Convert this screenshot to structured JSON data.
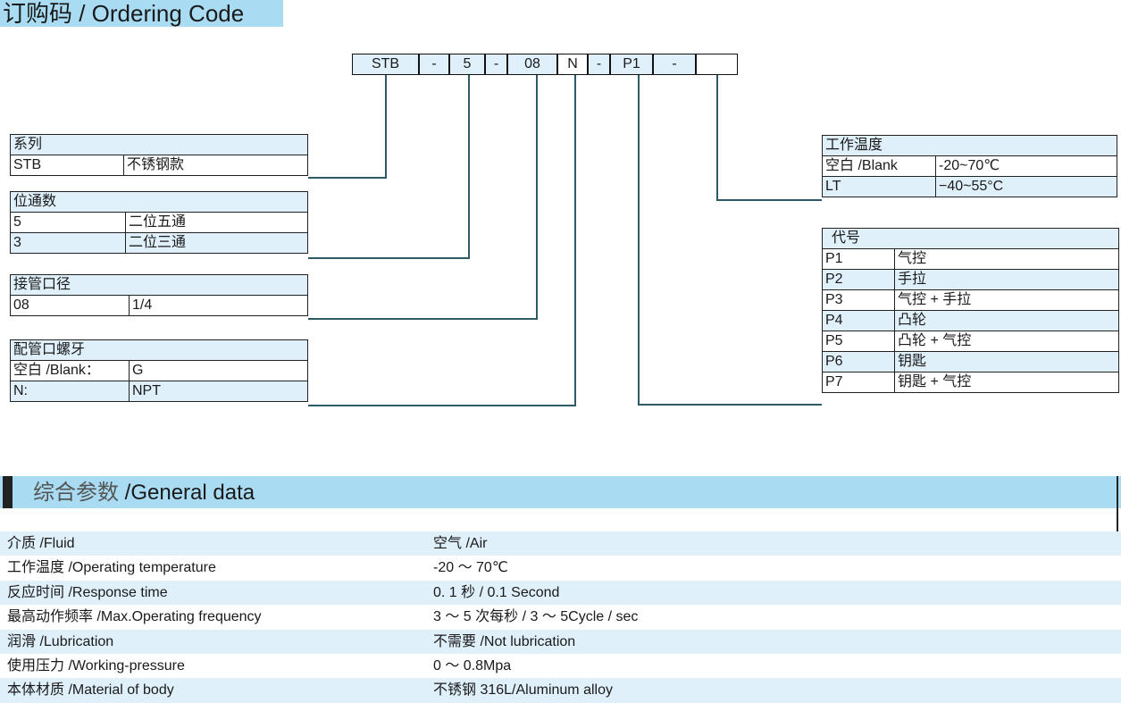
{
  "title": "订购码 / Ordering Code",
  "code": [
    "STB",
    "-",
    "5",
    "-",
    "08",
    "N",
    "-",
    "P1",
    "-",
    ""
  ],
  "series": {
    "header": "系列",
    "rows": [
      [
        "STB",
        "不锈钢款"
      ]
    ]
  },
  "positions": {
    "header": "位通数",
    "rows": [
      [
        "5",
        "二位五通"
      ],
      [
        "3",
        "二位三通"
      ]
    ]
  },
  "port_size": {
    "header": "接管口径",
    "rows": [
      [
        "08",
        "1/4"
      ]
    ]
  },
  "thread": {
    "header": "配管口螺牙",
    "rows": [
      [
        "空白 /Blank：",
        "G"
      ],
      [
        "N:",
        "NPT"
      ]
    ]
  },
  "temperature": {
    "header": "工作温度",
    "rows": [
      [
        "空白 /Blank",
        "-20~70℃"
      ],
      [
        "LT",
        "−40~55°C"
      ]
    ]
  },
  "actuator": {
    "header": "代号",
    "rows": [
      [
        "P1",
        "气控"
      ],
      [
        "P2",
        "手拉"
      ],
      [
        "P3",
        "气控 + 手拉"
      ],
      [
        "P4",
        "凸轮"
      ],
      [
        "P5",
        "凸轮 + 气控"
      ],
      [
        "P6",
        "钥匙"
      ],
      [
        "P7",
        "钥匙 + 气控"
      ]
    ]
  },
  "general": {
    "title_cn": "综合参数",
    "title_en": " /General data",
    "rows": [
      [
        "介质 /Fluid",
        "空气 /Air"
      ],
      [
        "工作温度 /Operating temperature",
        "-20 ～ 70℃"
      ],
      [
        "反应时间 /Response time",
        "0. 1 秒 / 0.1 Second"
      ],
      [
        "最高动作频率 /Max.Operating frequency",
        "3 ～ 5 次每秒 / 3 ～ 5Cycle / sec"
      ],
      [
        "润滑 /Lubrication",
        "不需要 /Not lubrication"
      ],
      [
        "使用压力 /Working-pressure",
        "0 ～ 0.8Mpa"
      ],
      [
        "本体材质 /Material of body",
        "不锈钢 316L/Aluminum alloy"
      ]
    ]
  }
}
